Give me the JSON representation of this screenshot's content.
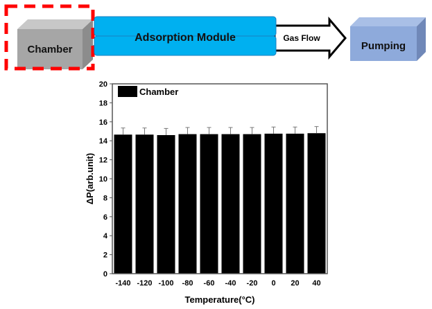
{
  "diagram": {
    "chamber_label": "Chamber",
    "module_label": "Adsorption Module",
    "flow_label": "Gas Flow",
    "pumping_label": "Pumping",
    "highlight_color": "#ff0000",
    "module_color": "#00b0f0",
    "chamber_color": "#a6a6a6",
    "pumping_color": "#8eaadb"
  },
  "chart_data": {
    "type": "bar",
    "title": "",
    "xlabel": "Temperature(°C)",
    "ylabel": "ΔP(arb.unit)",
    "ylim": [
      0,
      20
    ],
    "yticks": [
      0,
      2,
      4,
      6,
      8,
      10,
      12,
      14,
      16,
      18,
      20
    ],
    "categories": [
      "-140",
      "-120",
      "-100",
      "-80",
      "-60",
      "-40",
      "-20",
      "0",
      "20",
      "40"
    ],
    "series": [
      {
        "name": "Chamber",
        "color": "#000000",
        "values": [
          14.65,
          14.65,
          14.6,
          14.7,
          14.7,
          14.7,
          14.7,
          14.75,
          14.75,
          14.8
        ],
        "errors": [
          0.7,
          0.7,
          0.7,
          0.7,
          0.7,
          0.7,
          0.7,
          0.7,
          0.7,
          0.7
        ]
      }
    ],
    "legend": "top-left",
    "grid": false
  }
}
